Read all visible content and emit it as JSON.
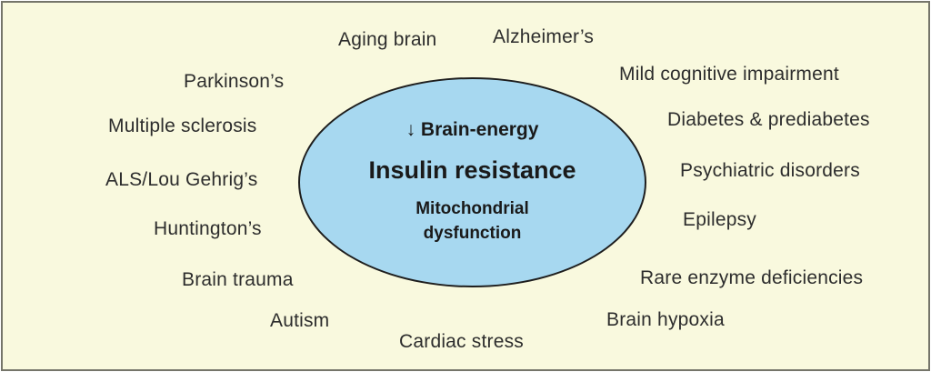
{
  "figure": {
    "background_color": "#f9f9de",
    "frame_border_color": "#75756a",
    "description": "Concept diagram: insulin resistance and brain-energy dysfunction at the center of many neurological and metabolic conditions"
  },
  "ellipse": {
    "fill_color": "#a7d8f0",
    "outline_color": "#1e1e1e",
    "line1": "↓ Brain-energy",
    "line2": "Insulin resistance",
    "line3": "Mitochondrial dysfunction"
  },
  "labels": [
    {
      "id": "aging-brain",
      "text": "Aging brain"
    },
    {
      "id": "alzheimers",
      "text": "Alzheimer’s"
    },
    {
      "id": "parkinsons",
      "text": "Parkinson’s"
    },
    {
      "id": "mild-cognitive-impairment",
      "text": "Mild cognitive impairment"
    },
    {
      "id": "multiple-sclerosis",
      "text": "Multiple sclerosis"
    },
    {
      "id": "diabetes-prediabetes",
      "text": "Diabetes & prediabetes"
    },
    {
      "id": "als-lou-gehrigs",
      "text": "ALS/Lou Gehrig’s"
    },
    {
      "id": "psychiatric-disorders",
      "text": "Psychiatric disorders"
    },
    {
      "id": "huntingtons",
      "text": "Huntington’s"
    },
    {
      "id": "epilepsy",
      "text": "Epilepsy"
    },
    {
      "id": "brain-trauma",
      "text": "Brain trauma"
    },
    {
      "id": "rare-enzyme-deficiencies",
      "text": "Rare enzyme deficiencies"
    },
    {
      "id": "autism",
      "text": "Autism"
    },
    {
      "id": "brain-hypoxia",
      "text": "Brain hypoxia"
    },
    {
      "id": "cardiac-stress",
      "text": "Cardiac stress"
    }
  ]
}
